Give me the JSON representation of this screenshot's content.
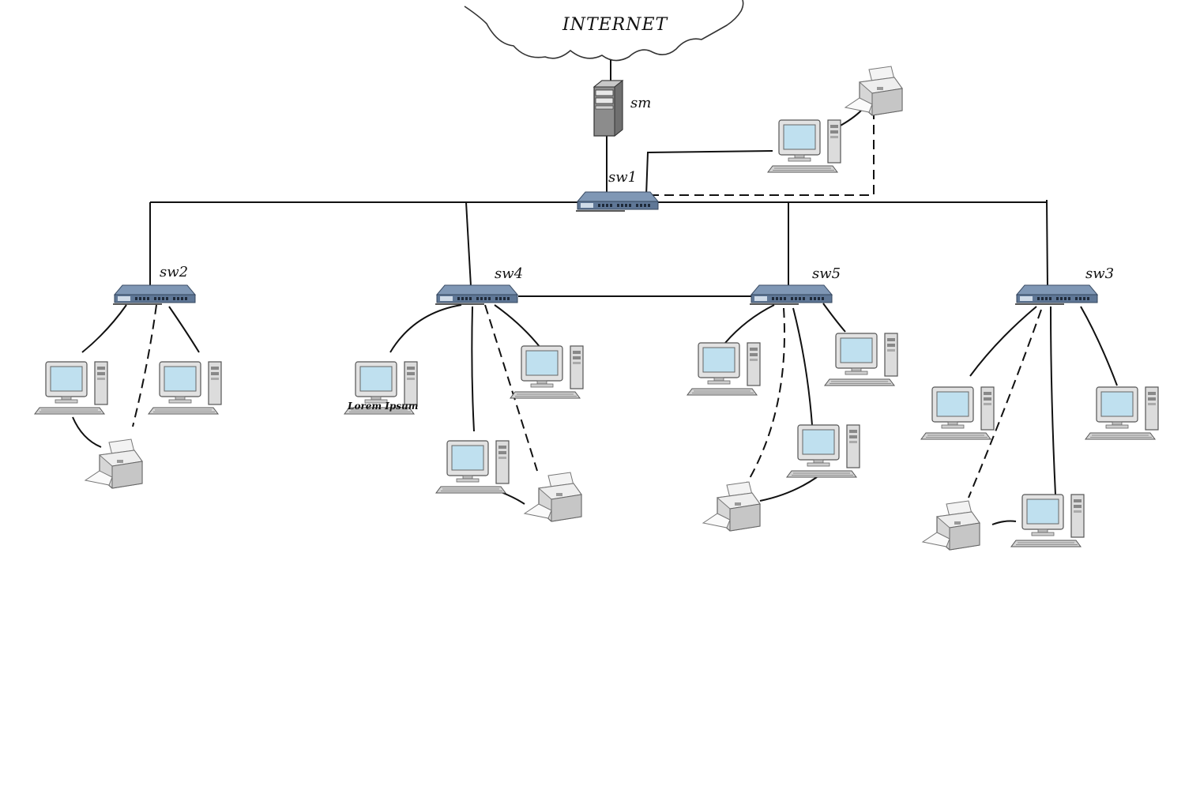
{
  "labels": {
    "internet": "INTERNET",
    "server": "sm",
    "sw1": "sw1",
    "sw2": "sw2",
    "sw3": "sw3",
    "sw4": "sw4",
    "sw5": "sw5",
    "pc_caption": "Lorem Ipsum"
  },
  "icons": {
    "cloud": "internet-cloud-icon",
    "server": "server-tower-icon",
    "switch": "network-switch-icon",
    "computer": "desktop-computer-icon",
    "printer": "printer-icon"
  },
  "colors": {
    "switch_body": "#5f7796",
    "monitor_screen": "#bfe0ef",
    "device_gray": "#d8d8d8",
    "line": "#111111"
  }
}
